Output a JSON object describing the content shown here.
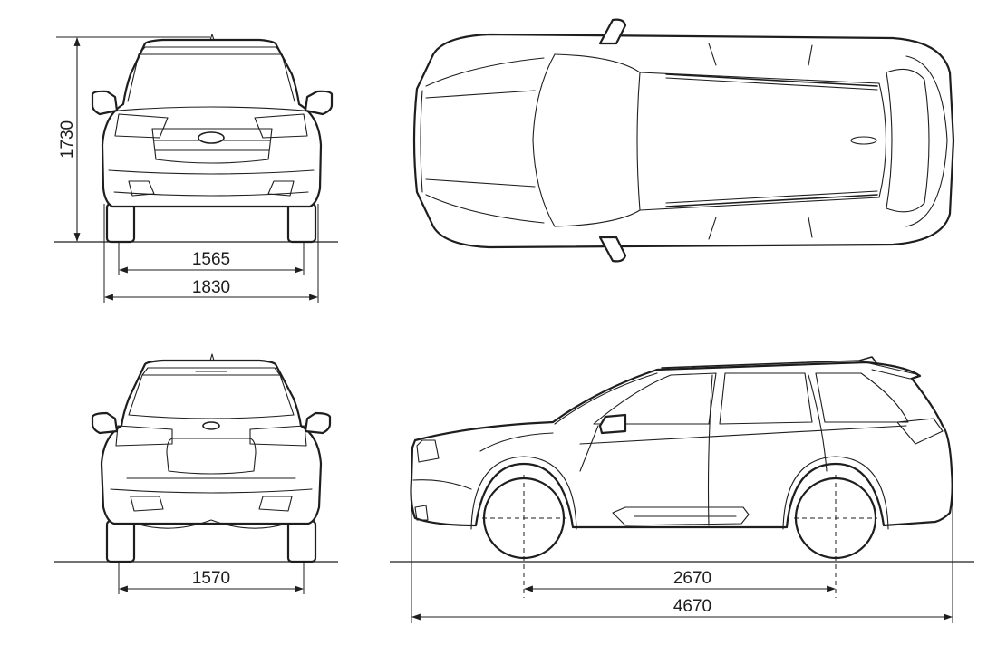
{
  "dimensions": {
    "height": "1730",
    "front_track": "1565",
    "overall_width": "1830",
    "rear_track": "1570",
    "wheelbase": "2670",
    "overall_length": "4670"
  },
  "views": [
    "front-view",
    "top-view",
    "rear-view",
    "side-view"
  ],
  "colors": {
    "line": "#1e1e1e",
    "background": "#ffffff"
  }
}
